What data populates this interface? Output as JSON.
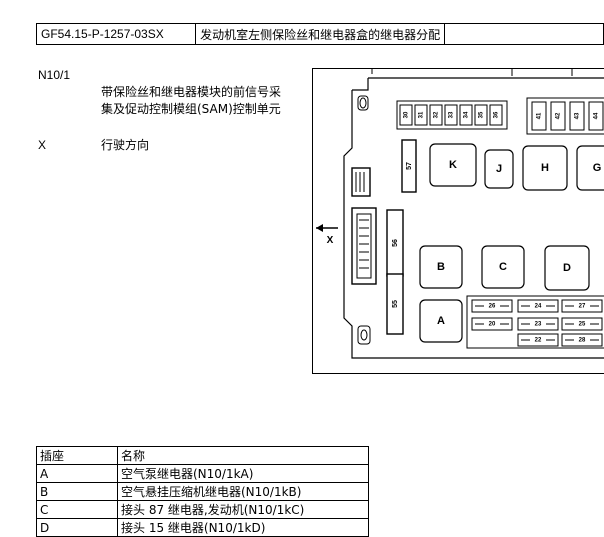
{
  "header": {
    "doc_code": "GF54.15-P-1257-03SX",
    "title": "发动机室左侧保险丝和继电器盒的继电器分配"
  },
  "legend": [
    {
      "code": "N10/1",
      "desc_line1": "带保险丝和继电器模块的前信号采",
      "desc_line2": "集及促动控制模组(SAM)控制单元"
    },
    {
      "code": "X",
      "desc": "行驶方向"
    }
  ],
  "diagram": {
    "direction_label": "X",
    "relays": [
      "K",
      "J",
      "H",
      "G",
      "B",
      "C",
      "D",
      "A"
    ],
    "top_fuses_left": [
      "30",
      "31",
      "32",
      "33",
      "34",
      "35",
      "36"
    ],
    "top_fuses_right": [
      "41",
      "42",
      "43",
      "44"
    ],
    "side_fuses": [
      "57",
      "56",
      "55"
    ],
    "small_fuses": [
      "26",
      "24",
      "27",
      "20",
      "23",
      "25",
      "22",
      "28"
    ]
  },
  "table": {
    "headers": [
      "插座",
      "名称"
    ],
    "rows": [
      [
        "A",
        "空气泵继电器(N10/1kA)"
      ],
      [
        "B",
        "空气悬挂压缩机继电器(N10/1kB)"
      ],
      [
        "C",
        "接头 87 继电器,发动机(N10/1kC)"
      ],
      [
        "D",
        "接头 15 继电器(N10/1kD)"
      ]
    ]
  }
}
